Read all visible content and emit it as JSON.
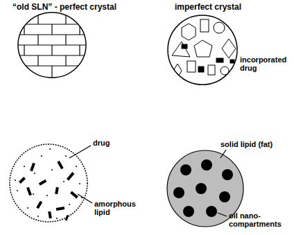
{
  "diagram": {
    "labels": [
      "“old SLN” - perfect crystal",
      "imperfect crystal",
      "incorporated drug",
      "drug",
      "amorphous lipid",
      "solid lipid (fat)",
      "oil nano-compartments"
    ]
  }
}
